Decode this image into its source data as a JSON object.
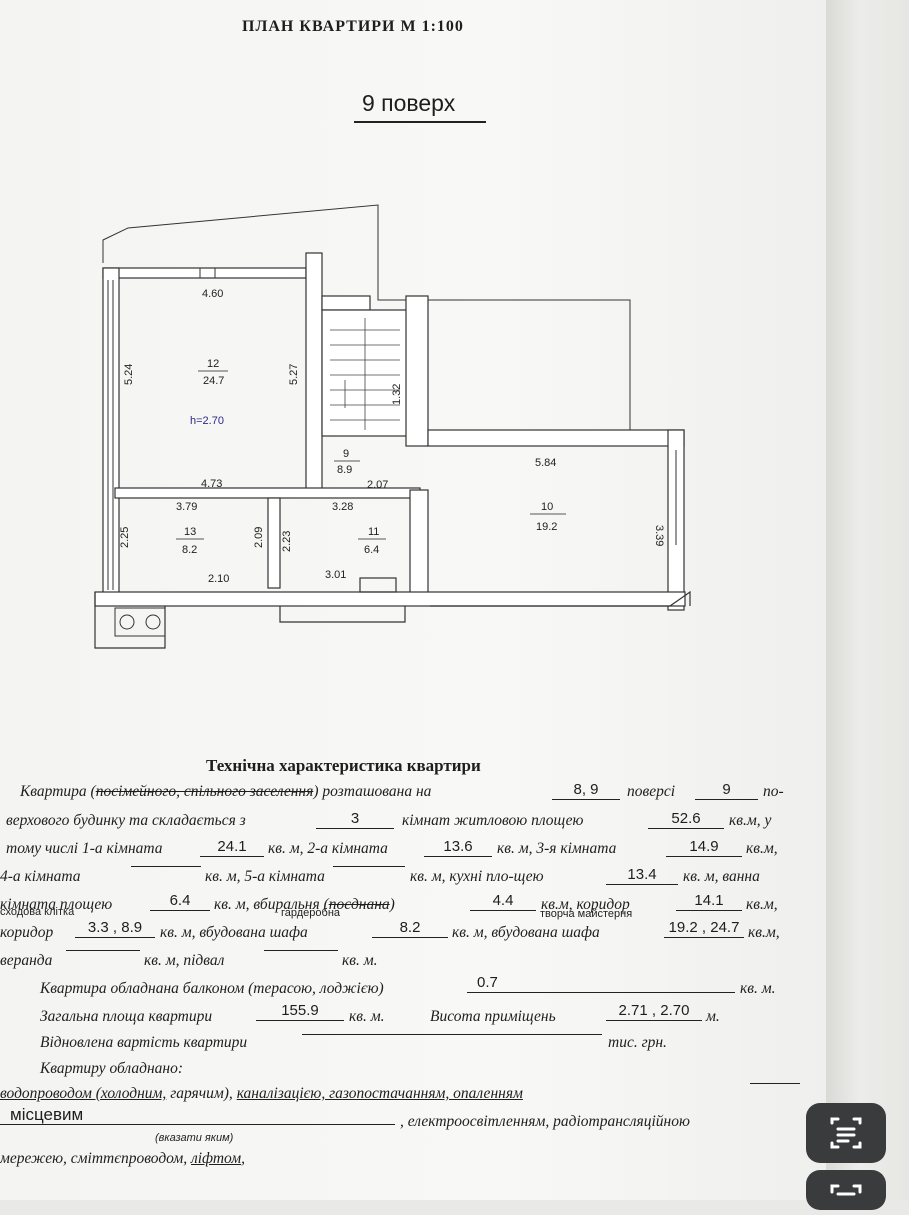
{
  "header": {
    "title": "ПЛАН КВАРТИРИ М 1:100",
    "floor": "9 поверх"
  },
  "plan": {
    "rooms": [
      {
        "num": "12",
        "area": "24.7",
        "height": "h=2.70"
      },
      {
        "num": "9",
        "area": "8.9"
      },
      {
        "num": "10",
        "area": "19.2"
      },
      {
        "num": "13",
        "area": "8.2"
      },
      {
        "num": "11",
        "area": "6.4"
      }
    ],
    "dims": [
      "4.60",
      "5.24",
      "5.27",
      "1.32",
      "4.73",
      "5.84",
      "3.79",
      "3.28",
      "2.07",
      "3.39",
      "2.25",
      "2.09",
      "2.23",
      "2.10",
      "3.01"
    ]
  },
  "spec": {
    "heading": "Технічна характеристика квартири",
    "l1_a": "Квартира (",
    "l1_strike": "посімейного, спільного заселення",
    "l1_b": ") розташована на",
    "l1_c": "поверсі",
    "l1_d": "по-",
    "floor_val": "8, 9",
    "total_floors": "9",
    "l2_a": "верхового будинку та складається з",
    "l2_b": "кімнат житловою площею",
    "l2_c": "кв.м, у",
    "rooms_count": "3",
    "living_area": "52.6",
    "l3_a": "тому числі 1-а кімната",
    "l3_b": "кв. м, 2-а кімната",
    "l3_c": "кв. м, 3-я кімната",
    "l3_d": "кв.м,",
    "room1": "24.1",
    "room2": "13.6",
    "room3": "14.9",
    "l4_a": "4-а кімната",
    "l4_b": "кв. м, 5-а кімната",
    "l4_c": "кв. м, кухні пло-щею",
    "l4_d": "кв. м, ванна",
    "kitchen": "13.4",
    "l5_a": "кімната площею",
    "l5_b": "кв. м, вбиральня (",
    "l5_strike": "поєднана",
    "l5_c": ")",
    "l5_d": "кв.м, коридор",
    "l5_e": "кв.м,",
    "bath": "6.4",
    "wc": "4.4",
    "corridor": "14.1",
    "note_stair": "сходова клітка",
    "note_wardrobe": "гардеробна",
    "note_workshop": "творча майстерня",
    "l6_a": "коридор",
    "l6_b": "кв. м, вбудована шафа",
    "l6_c": "кв. м, вбудована шафа",
    "l6_d": "кв.м,",
    "stair_val": "3.3 , 8.9",
    "wardrobe_val": "8.2",
    "workshop_val": "19.2 , 24.7",
    "l7_a": "веранда",
    "l7_b": "кв. м, підвал",
    "l7_c": "кв. м.",
    "l8_a": "Квартира обладнана балконом (терасою, лоджією)",
    "l8_b": "кв. м.",
    "balcony": "0.7",
    "l9_a": "Загальна площа квартири",
    "l9_b": "кв. м.",
    "l9_c": "Висота приміщень",
    "l9_d": "м.",
    "total_area": "155.9",
    "room_height": "2.71 , 2.70",
    "l10_a": "Відновлена вартість квартири",
    "l10_b": "тис. грн.",
    "l11": "Квартиру обладнано:",
    "l12_a": "водопроводом (холодним,",
    "l12_b": " гарячим), ",
    "l12_c": "каналізацією, газопостачанням, опаленням",
    "heating_val": "місцевим",
    "l13_a": ", електроосвітленням, радіотрансляційною",
    "l13_note": "(вказати яким)",
    "l14_a": "мережею, сміттєпроводом, ",
    "l14_b": "ліфтом",
    "l14_c": ","
  }
}
